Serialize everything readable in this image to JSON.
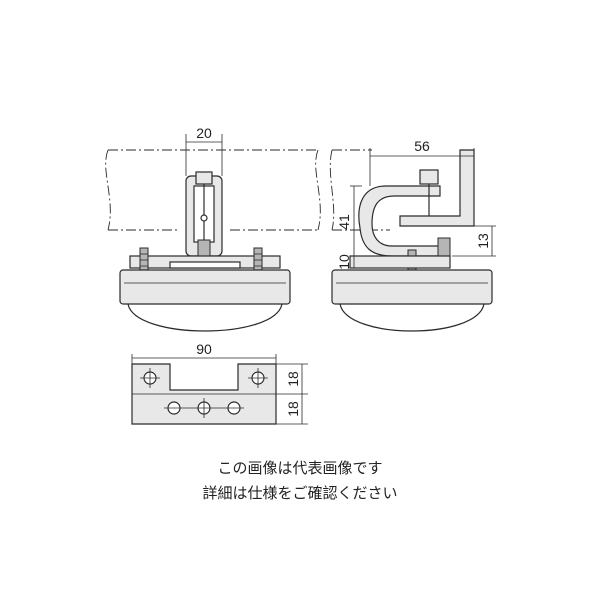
{
  "dimensions": {
    "front_width": "20",
    "side_width": "56",
    "side_height_upper": "41",
    "side_height_lower": "10",
    "side_right": "13",
    "plan_width": "90",
    "plan_height_top": "18",
    "plan_height_bottom": "18"
  },
  "caption": {
    "line1": "この画像は代表画像です",
    "line2": "詳細は仕様をご確認ください"
  }
}
